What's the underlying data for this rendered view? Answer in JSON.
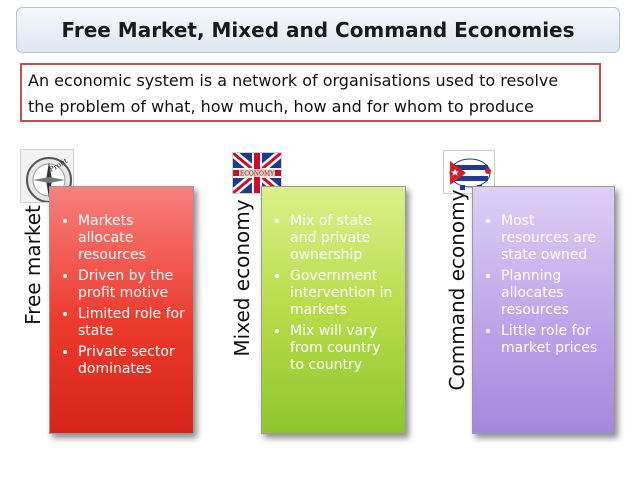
{
  "title": "Free Market, Mixed and Command Economies",
  "intro": {
    "line1": "An economic system is a network of organisations used to resolve",
    "line2": "the problem of what, how much, how and for whom to produce"
  },
  "columns": [
    {
      "label": "Free market",
      "icon": "compass-profit-icon",
      "color": "#ec3a2d",
      "bullets": [
        "Markets allocate resources",
        "Driven by the profit motive",
        "Limited role for state",
        "Private sector dominates"
      ]
    },
    {
      "label": "Mixed economy",
      "icon": "union-flag-economy-icon",
      "color": "#b7dc4b",
      "bullets": [
        "Mix of state and private ownership",
        "Government intervention in markets",
        "Mix will vary from country to country"
      ]
    },
    {
      "label": "Command economy",
      "icon": "cuba-flag-piggy-bank-icon",
      "color": "#b9a2e8",
      "bullets": [
        "Most resources are state owned",
        "Planning allocates resources",
        "Little role for market prices"
      ]
    }
  ]
}
